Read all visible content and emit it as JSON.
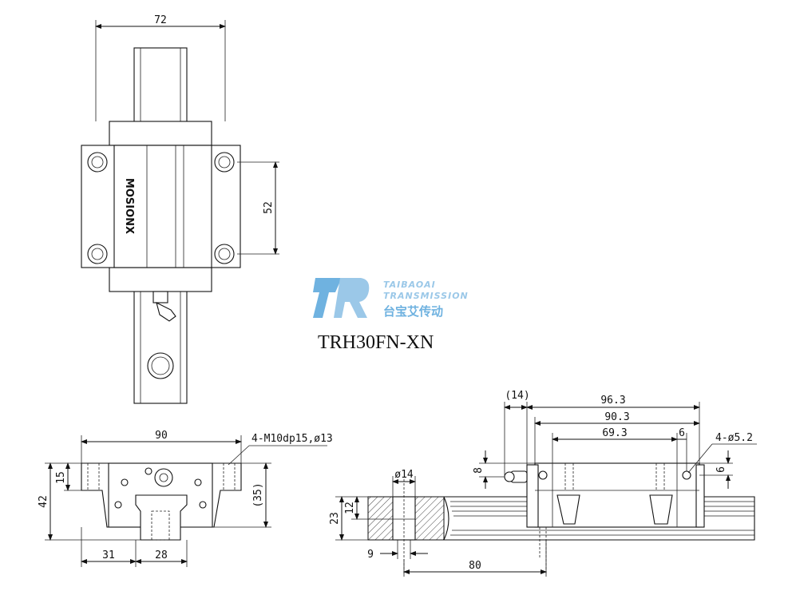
{
  "model_title": "TRH30FN-XN",
  "brand": {
    "name_en_1": "TAIBAOAI",
    "name_en_2": "TRANSMISSION",
    "name_cn": "台宝艾传动",
    "color": "#6fb2e0"
  },
  "block_marking": "MOSIONX",
  "top_view": {
    "width_dim": "72",
    "hole_pitch_dim": "52"
  },
  "front_view": {
    "width_dim": "90",
    "hole_callout": "4-M10dp15,ø13",
    "height_dim": "42",
    "flange_dim": "15",
    "ref_dim": "(35)",
    "left_offset_dim": "31",
    "rail_width_dim": "28"
  },
  "side_view": {
    "ref_len_dim": "(14)",
    "total_len_dim": "96.3",
    "body_len_dim": "90.3",
    "hole_pitch_dim": "69.3",
    "hole_offset_dim": "6",
    "hole_callout": "4-ø5.2",
    "hole_height_dim": "6",
    "nipple_height_dim": "8",
    "cbore_dim": "ø14",
    "rail_height_dim": "23",
    "cbore_depth_dim": "12",
    "hole_dia_dim": "9",
    "pitch_dim": "80"
  }
}
